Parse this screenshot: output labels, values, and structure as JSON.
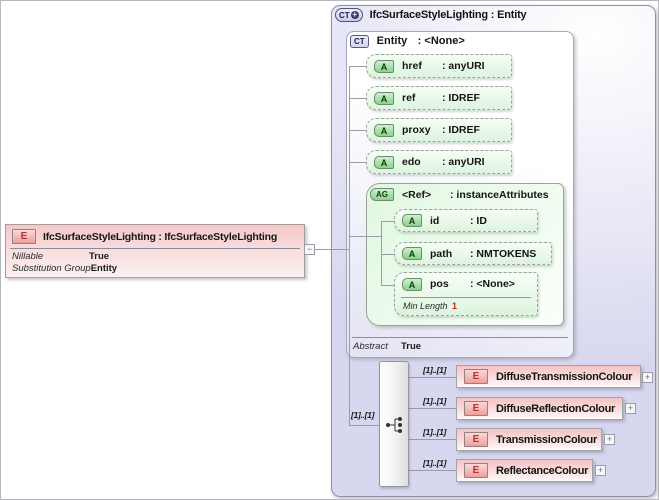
{
  "colors": {
    "element_pink": "#f4c7c7",
    "attribute_green": "#e8f8e8",
    "panel_lavender": "#d7d7ef",
    "connector_line": "#9a9aa8",
    "facet_value_red": "#cc2222"
  },
  "icons": {
    "element": "E",
    "attribute": "A",
    "attribute_group": "AG",
    "complex_type": "CT",
    "derived_plus": "+",
    "expand": "+",
    "collapse": "−"
  },
  "root_element": {
    "title": "IfcSurfaceStyleLighting : IfcSurfaceStyleLighting",
    "properties": [
      {
        "label": "Nillable",
        "value": "True"
      },
      {
        "label": "Substitution Group",
        "value": "Entity"
      }
    ]
  },
  "type_panel": {
    "title": "IfcSurfaceStyleLighting : Entity",
    "base_type": {
      "name": "Entity",
      "type": ": <None>",
      "attributes": [
        {
          "name": "href",
          "type": ": anyURI"
        },
        {
          "name": "ref",
          "type": ": IDREF"
        },
        {
          "name": "proxy",
          "type": ": IDREF"
        },
        {
          "name": "edo",
          "type": ": anyURI"
        }
      ],
      "attribute_group": {
        "name": "<Ref>",
        "type": ": instanceAttributes",
        "attributes": [
          {
            "name": "id",
            "type": ": ID"
          },
          {
            "name": "path",
            "type": ": NMTOKENS"
          },
          {
            "name": "pos",
            "type": ": <None>",
            "facet_label": "Min Length",
            "facet_value": "1"
          }
        ]
      },
      "footer": {
        "label": "Abstract",
        "value": "True"
      }
    },
    "sequence": {
      "cardinality": "[1]..[1]",
      "children": [
        {
          "cardinality": "[1]..[1]",
          "name": "DiffuseTransmissionColour"
        },
        {
          "cardinality": "[1]..[1]",
          "name": "DiffuseReflectionColour"
        },
        {
          "cardinality": "[1]..[1]",
          "name": "TransmissionColour"
        },
        {
          "cardinality": "[1]..[1]",
          "name": "ReflectanceColour"
        }
      ]
    }
  }
}
